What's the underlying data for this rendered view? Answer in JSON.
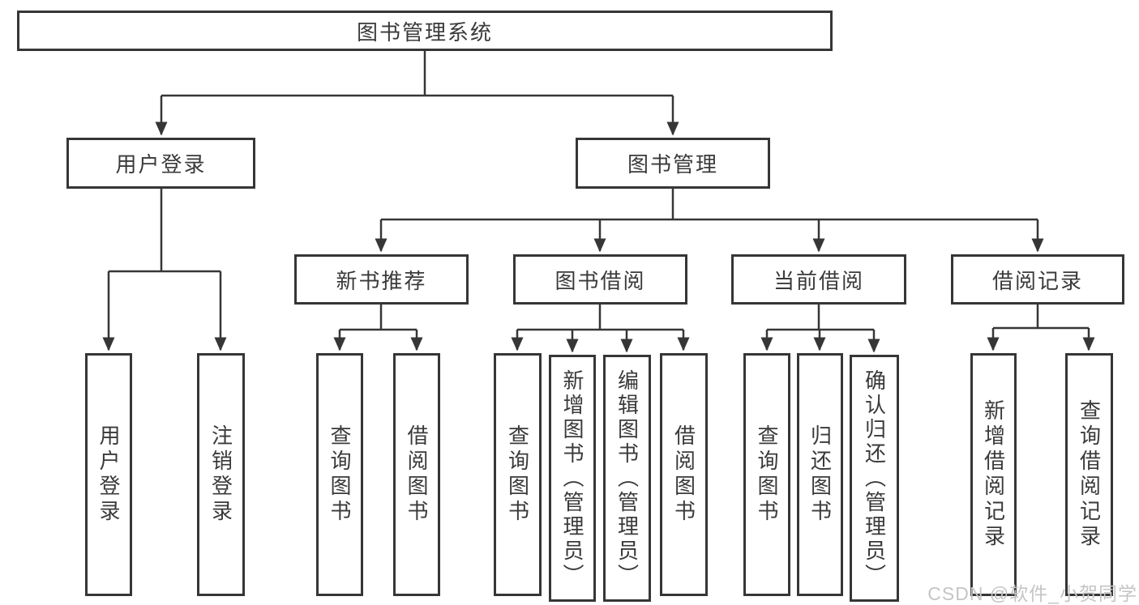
{
  "style": {
    "background": "#ffffff",
    "line_color": "#363636",
    "box_border_color": "#363636",
    "box_fill": "#ffffff",
    "text_color": "#3a3a3a",
    "watermark_color": "#c5c5c5"
  },
  "tree": {
    "label": "图书管理系统",
    "children": [
      {
        "label": "用户登录",
        "children": [
          {
            "label": "用户登录"
          },
          {
            "label": "注销登录"
          }
        ]
      },
      {
        "label": "图书管理",
        "children": [
          {
            "label": "新书推荐",
            "children": [
              {
                "label": "查询图书"
              },
              {
                "label": "借阅图书"
              }
            ]
          },
          {
            "label": "图书借阅",
            "children": [
              {
                "label": "查询图书"
              },
              {
                "label": "新增图书（管理员）"
              },
              {
                "label": "编辑图书（管理员）"
              },
              {
                "label": "借阅图书"
              }
            ]
          },
          {
            "label": "当前借阅",
            "children": [
              {
                "label": "查询图书"
              },
              {
                "label": "归还图书"
              },
              {
                "label": "确认归还（管理员）"
              }
            ]
          },
          {
            "label": "借阅记录",
            "children": [
              {
                "label": "新增借阅记录"
              },
              {
                "label": "查询借阅记录"
              }
            ]
          }
        ]
      }
    ]
  },
  "watermark": {
    "text": "CSDN @软件_小贺同学"
  }
}
